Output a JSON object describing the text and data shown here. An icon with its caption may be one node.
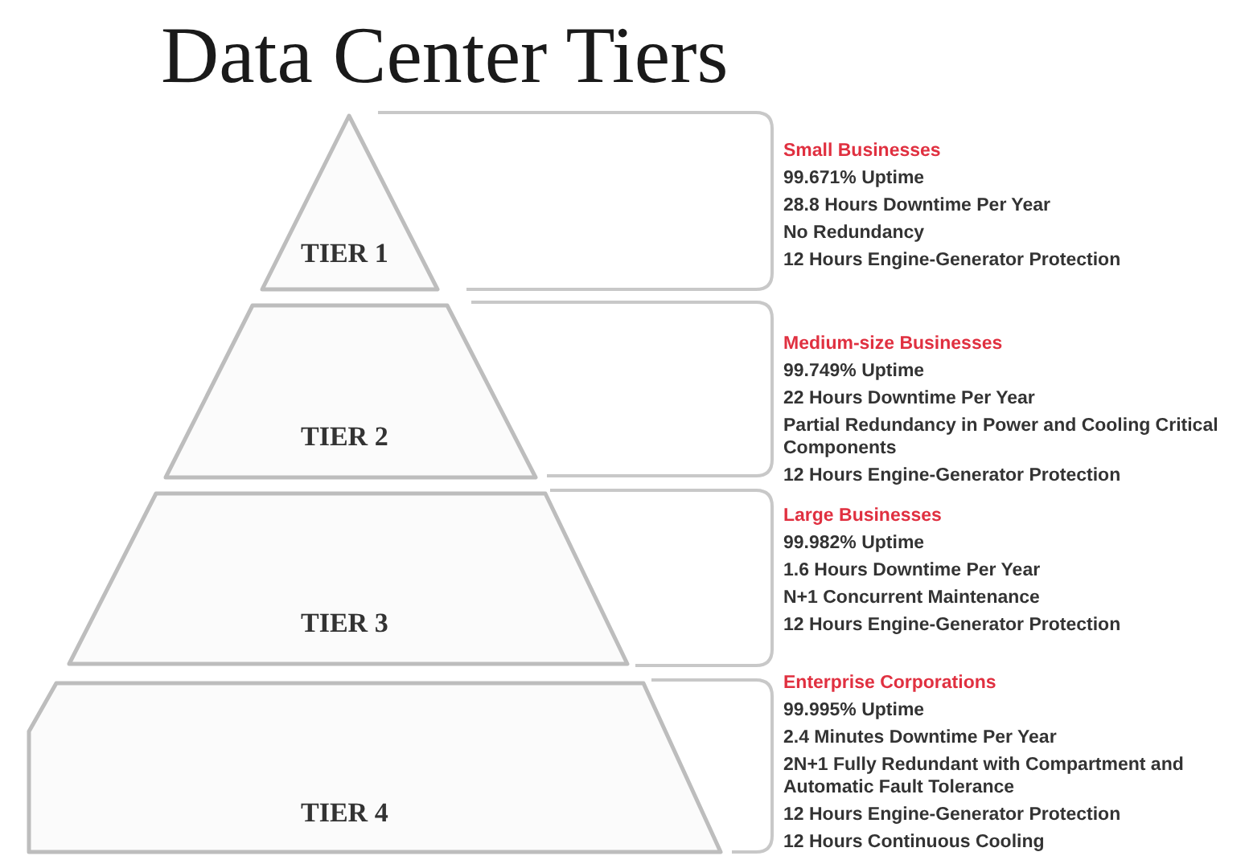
{
  "diagram": {
    "title": "Data Center Tiers",
    "nodes": [
      {
        "text": [
          "TIER 1"
        ],
        "beside": [
          "Small Businesses",
          "99.671% Uptime",
          "28.8 Hours Downtime Per Year",
          "No Redundancy",
          "12 Hours Engine-Generator Protection"
        ]
      },
      {
        "text": [
          "TIER 2"
        ],
        "beside": [
          "Medium-size Businesses",
          "99.749% Uptime",
          "22 Hours Downtime Per Year",
          "Partial Redundancy in Power and Cooling Critical Components",
          "12 Hours Engine-Generator Protection"
        ]
      },
      {
        "text": [
          "TIER 3"
        ],
        "beside": [
          "Large Businesses",
          "99.982% Uptime",
          "1.6 Hours Downtime Per Year",
          "N+1 Concurrent Maintenance",
          "12 Hours Engine-Generator Protection"
        ]
      },
      {
        "text": [
          "TIER 4"
        ],
        "beside": [
          "Enterprise Corporations",
          "99.995% Uptime",
          "2.4 Minutes Downtime Per Year",
          "2N+1 Fully Redundant with Compartment and Automatic Fault Tolerance",
          "12 Hours Engine-Generator Protection",
          "12 Hours Continuous Cooling"
        ]
      }
    ]
  }
}
